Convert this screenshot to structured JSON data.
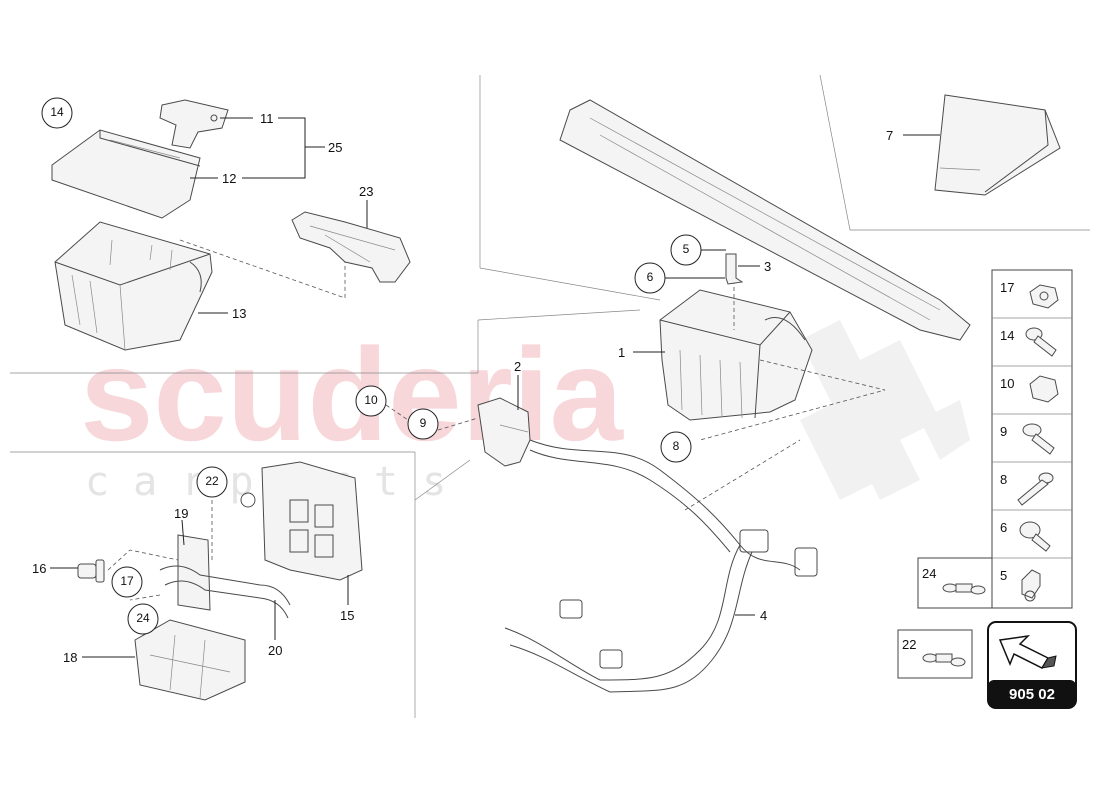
{
  "watermark": {
    "brand": "scuderia",
    "sub": "c a r   p a r t s"
  },
  "diagram": {
    "code": "905 02"
  },
  "callouts": {
    "c1": "1",
    "c2": "2",
    "c3": "3",
    "c4": "4",
    "c5": "5",
    "c6": "6",
    "c7": "7",
    "c8": "8",
    "c9": "9",
    "c10": "10",
    "c11": "11",
    "c12": "12",
    "c13": "13",
    "c14": "14",
    "c15": "15",
    "c16": "16",
    "c17": "17",
    "c18": "18",
    "c19": "19",
    "c20": "20",
    "c22": "22",
    "c23": "23",
    "c24": "24",
    "c25": "25"
  },
  "legend": {
    "r17": "17",
    "r14": "14",
    "r10": "10",
    "r9": "9",
    "r8": "8",
    "r6": "6",
    "r5": "5",
    "r24": "24",
    "r22": "22"
  }
}
